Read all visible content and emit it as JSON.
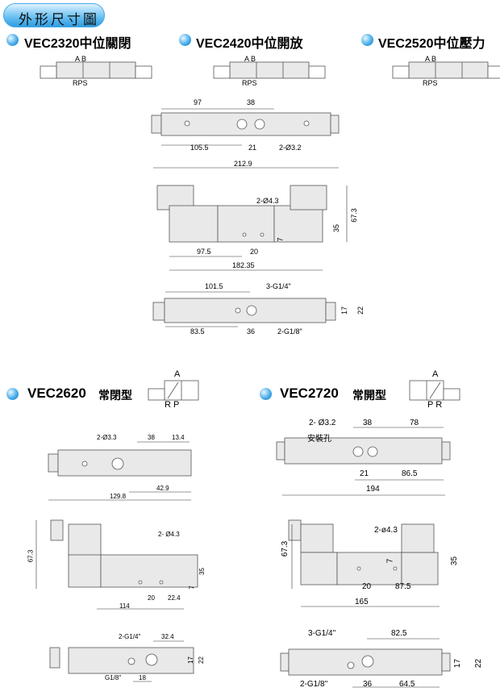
{
  "header": {
    "title": "外形尺寸圖"
  },
  "sections": [
    {
      "model": "VEC2320",
      "desc": "中位關閉",
      "ports_top": "A B",
      "ports_bottom": "RPS"
    },
    {
      "model": "VEC2420",
      "desc": "中位開放",
      "ports_top": "A B",
      "ports_bottom": "RPS"
    },
    {
      "model": "VEC2520",
      "desc": "中位壓力",
      "ports_top": "A B",
      "ports_bottom": "RPS"
    },
    {
      "model": "VEC2620",
      "desc": "常閉型",
      "ports_top": "A",
      "ports_bottom": "R P"
    },
    {
      "model": "VEC2720",
      "desc": "常開型",
      "ports_top": "A",
      "ports_bottom": "P R"
    }
  ],
  "dims3": {
    "top": [
      "97",
      "38",
      "105.5",
      "21",
      "2-Ø3.2",
      "212.9"
    ],
    "front": [
      "2-Ø4.3",
      "67.3",
      "35",
      "7",
      "97.5",
      "20",
      "182.35"
    ],
    "bottom": [
      "101.5",
      "3-G1/4\"",
      "17",
      "22",
      "83.5",
      "36",
      "2-G1/8\""
    ]
  },
  "dims2620": {
    "top": [
      "2-Ø3.3",
      "38",
      "13.4",
      "42.9",
      "129.8"
    ],
    "front": [
      "2- Ø4.3",
      "67.3",
      "35",
      "7",
      "20",
      "22.4",
      "114"
    ],
    "bottom": [
      "2-G1/4\"",
      "32.4",
      "17",
      "22",
      "18",
      "G1/8\""
    ]
  },
  "dims2720": {
    "top": [
      "2- Ø3.2",
      "安裝孔",
      "38",
      "78",
      "21",
      "86.5",
      "194"
    ],
    "front": [
      "2-ø4.3",
      "67.3",
      "35",
      "7",
      "20",
      "87.5",
      "165"
    ],
    "bottom": [
      "3-G1/4\"",
      "82.5",
      "17",
      "22",
      "2-G1/8\"",
      "36",
      "64.5"
    ]
  }
}
